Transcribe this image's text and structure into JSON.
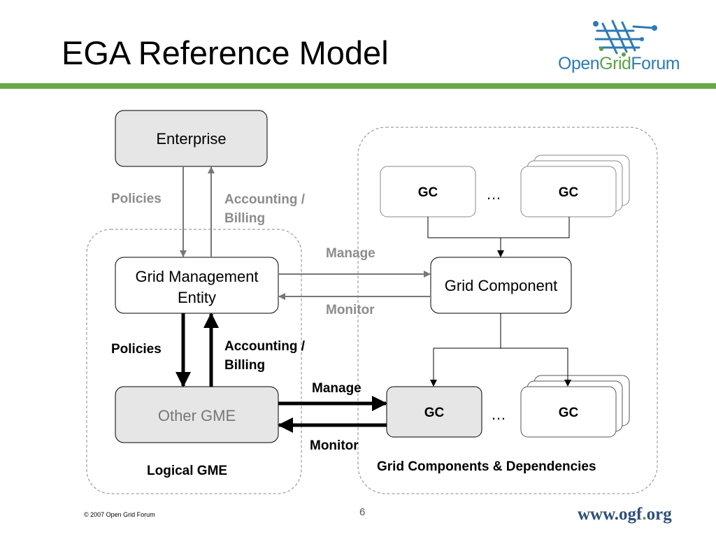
{
  "title": "EGA Reference Model",
  "logo": {
    "open": "Open",
    "grid": "Grid",
    "forum": "Forum"
  },
  "boxes": {
    "enterprise": "Enterprise",
    "gme_line1": "Grid Management",
    "gme_line2": "Entity",
    "grid_component": "Grid Component",
    "other_gme": "Other GME",
    "gc": "GC",
    "ellipsis": "…"
  },
  "labels": {
    "policies_top": "Policies",
    "accounting_top_1": "Accounting /",
    "accounting_top_2": "Billing",
    "manage_top": "Manage",
    "monitor_top": "Monitor",
    "policies_bottom": "Policies",
    "accounting_bottom_1": "Accounting /",
    "accounting_bottom_2": "Billing",
    "manage_bottom": "Manage",
    "monitor_bottom": "Monitor",
    "logical_gme": "Logical GME",
    "grid_components_deps": "Grid Components & Dependencies"
  },
  "footer": {
    "copyright": "© 2007 Open Grid Forum",
    "page": "6",
    "url_main": "www.ogf",
    "url_dot": ".",
    "url_tld": "org"
  },
  "colors": {
    "accent_green": "#66a84a",
    "ogf_blue": "#2c7bb5",
    "gray_text": "#8c8c8c",
    "box_fill": "#e6e6e6"
  }
}
